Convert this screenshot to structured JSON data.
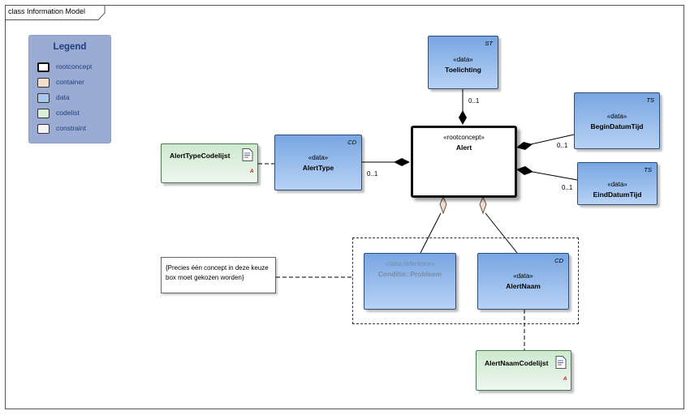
{
  "frame": {
    "title": "class Information Model"
  },
  "legend": {
    "title": "Legend",
    "items": [
      {
        "label": "rootconcept",
        "color": "#ffffff",
        "thick": true
      },
      {
        "label": "container",
        "color": "#f6dccb"
      },
      {
        "label": "data",
        "color": "#a7c7ef"
      },
      {
        "label": "codelist",
        "color": "#d8efd9"
      },
      {
        "label": "constraint",
        "color": "#f4f4fa"
      }
    ]
  },
  "classes": {
    "toelichting": {
      "stereotype": "«data»",
      "name": "Toelichting",
      "tag": "ST"
    },
    "alert": {
      "stereotype": "«rootconcept»",
      "name": "Alert"
    },
    "begindatumtijd": {
      "stereotype": "«data»",
      "name": "BeginDatumTijd",
      "tag": "TS"
    },
    "einddatumtijd": {
      "stereotype": "«data»",
      "name": "EindDatumTijd",
      "tag": "TS"
    },
    "alerttype": {
      "stereotype": "«data»",
      "name": "AlertType",
      "tag": "CD"
    },
    "alertnaam": {
      "stereotype": "«data»",
      "name": "AlertNaam",
      "tag": "CD"
    },
    "conditie": {
      "stereotype": "«data,reference»",
      "name": "Conditie::Probleem"
    }
  },
  "codelists": {
    "alerttypecodelijst": {
      "name": "AlertTypeCodelijst",
      "mark": "A"
    },
    "alertnaamcodelijst": {
      "name": "AlertNaamCodelijst",
      "mark": "A"
    }
  },
  "note": {
    "line1": "{Precies één concept in deze keuze",
    "line2": "box moet gekozen worden}"
  },
  "multiplicities": {
    "toelichting": "0..1",
    "begindatumtijd": "0..1",
    "einddatumtijd": "0..1",
    "alerttype": "0..1"
  },
  "colors": {
    "data_top": "#78a6e2",
    "data_bottom": "#b7d2f4",
    "codelist": "#d8efd9",
    "legend_bg": "#9aacd4",
    "container_diamond": "#f6dccb"
  }
}
